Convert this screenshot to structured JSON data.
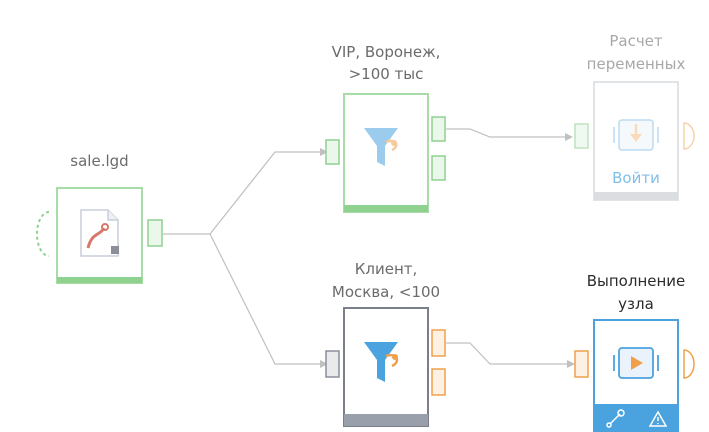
{
  "nodes": {
    "source": {
      "label": "sale.lgd",
      "icon": "document-chart-icon"
    },
    "filter_vip": {
      "label_line1": "VIP, Воронеж,",
      "label_line2": ">100 тыс",
      "icon": "funnel-icon"
    },
    "calc": {
      "label_line1": "Расчет",
      "label_line2": "переменных",
      "button": "Войти",
      "icon": "enter-arrow-icon"
    },
    "filter_client": {
      "label_line1": "Клиент,",
      "label_line2": "Москва, <100",
      "icon": "funnel-icon"
    },
    "execute": {
      "label_line1": "Выполнение",
      "label_line2": "узла",
      "icon": "play-icon",
      "footer_icons": [
        "wrench-icon",
        "warning-icon"
      ]
    }
  },
  "colors": {
    "green": "#8fd18f",
    "green_dark": "#5cb85c",
    "orange": "#f0a04b",
    "blue": "#4aa3df",
    "gray_frame": "#7a7f8a",
    "connector": "#b8b8b8"
  }
}
